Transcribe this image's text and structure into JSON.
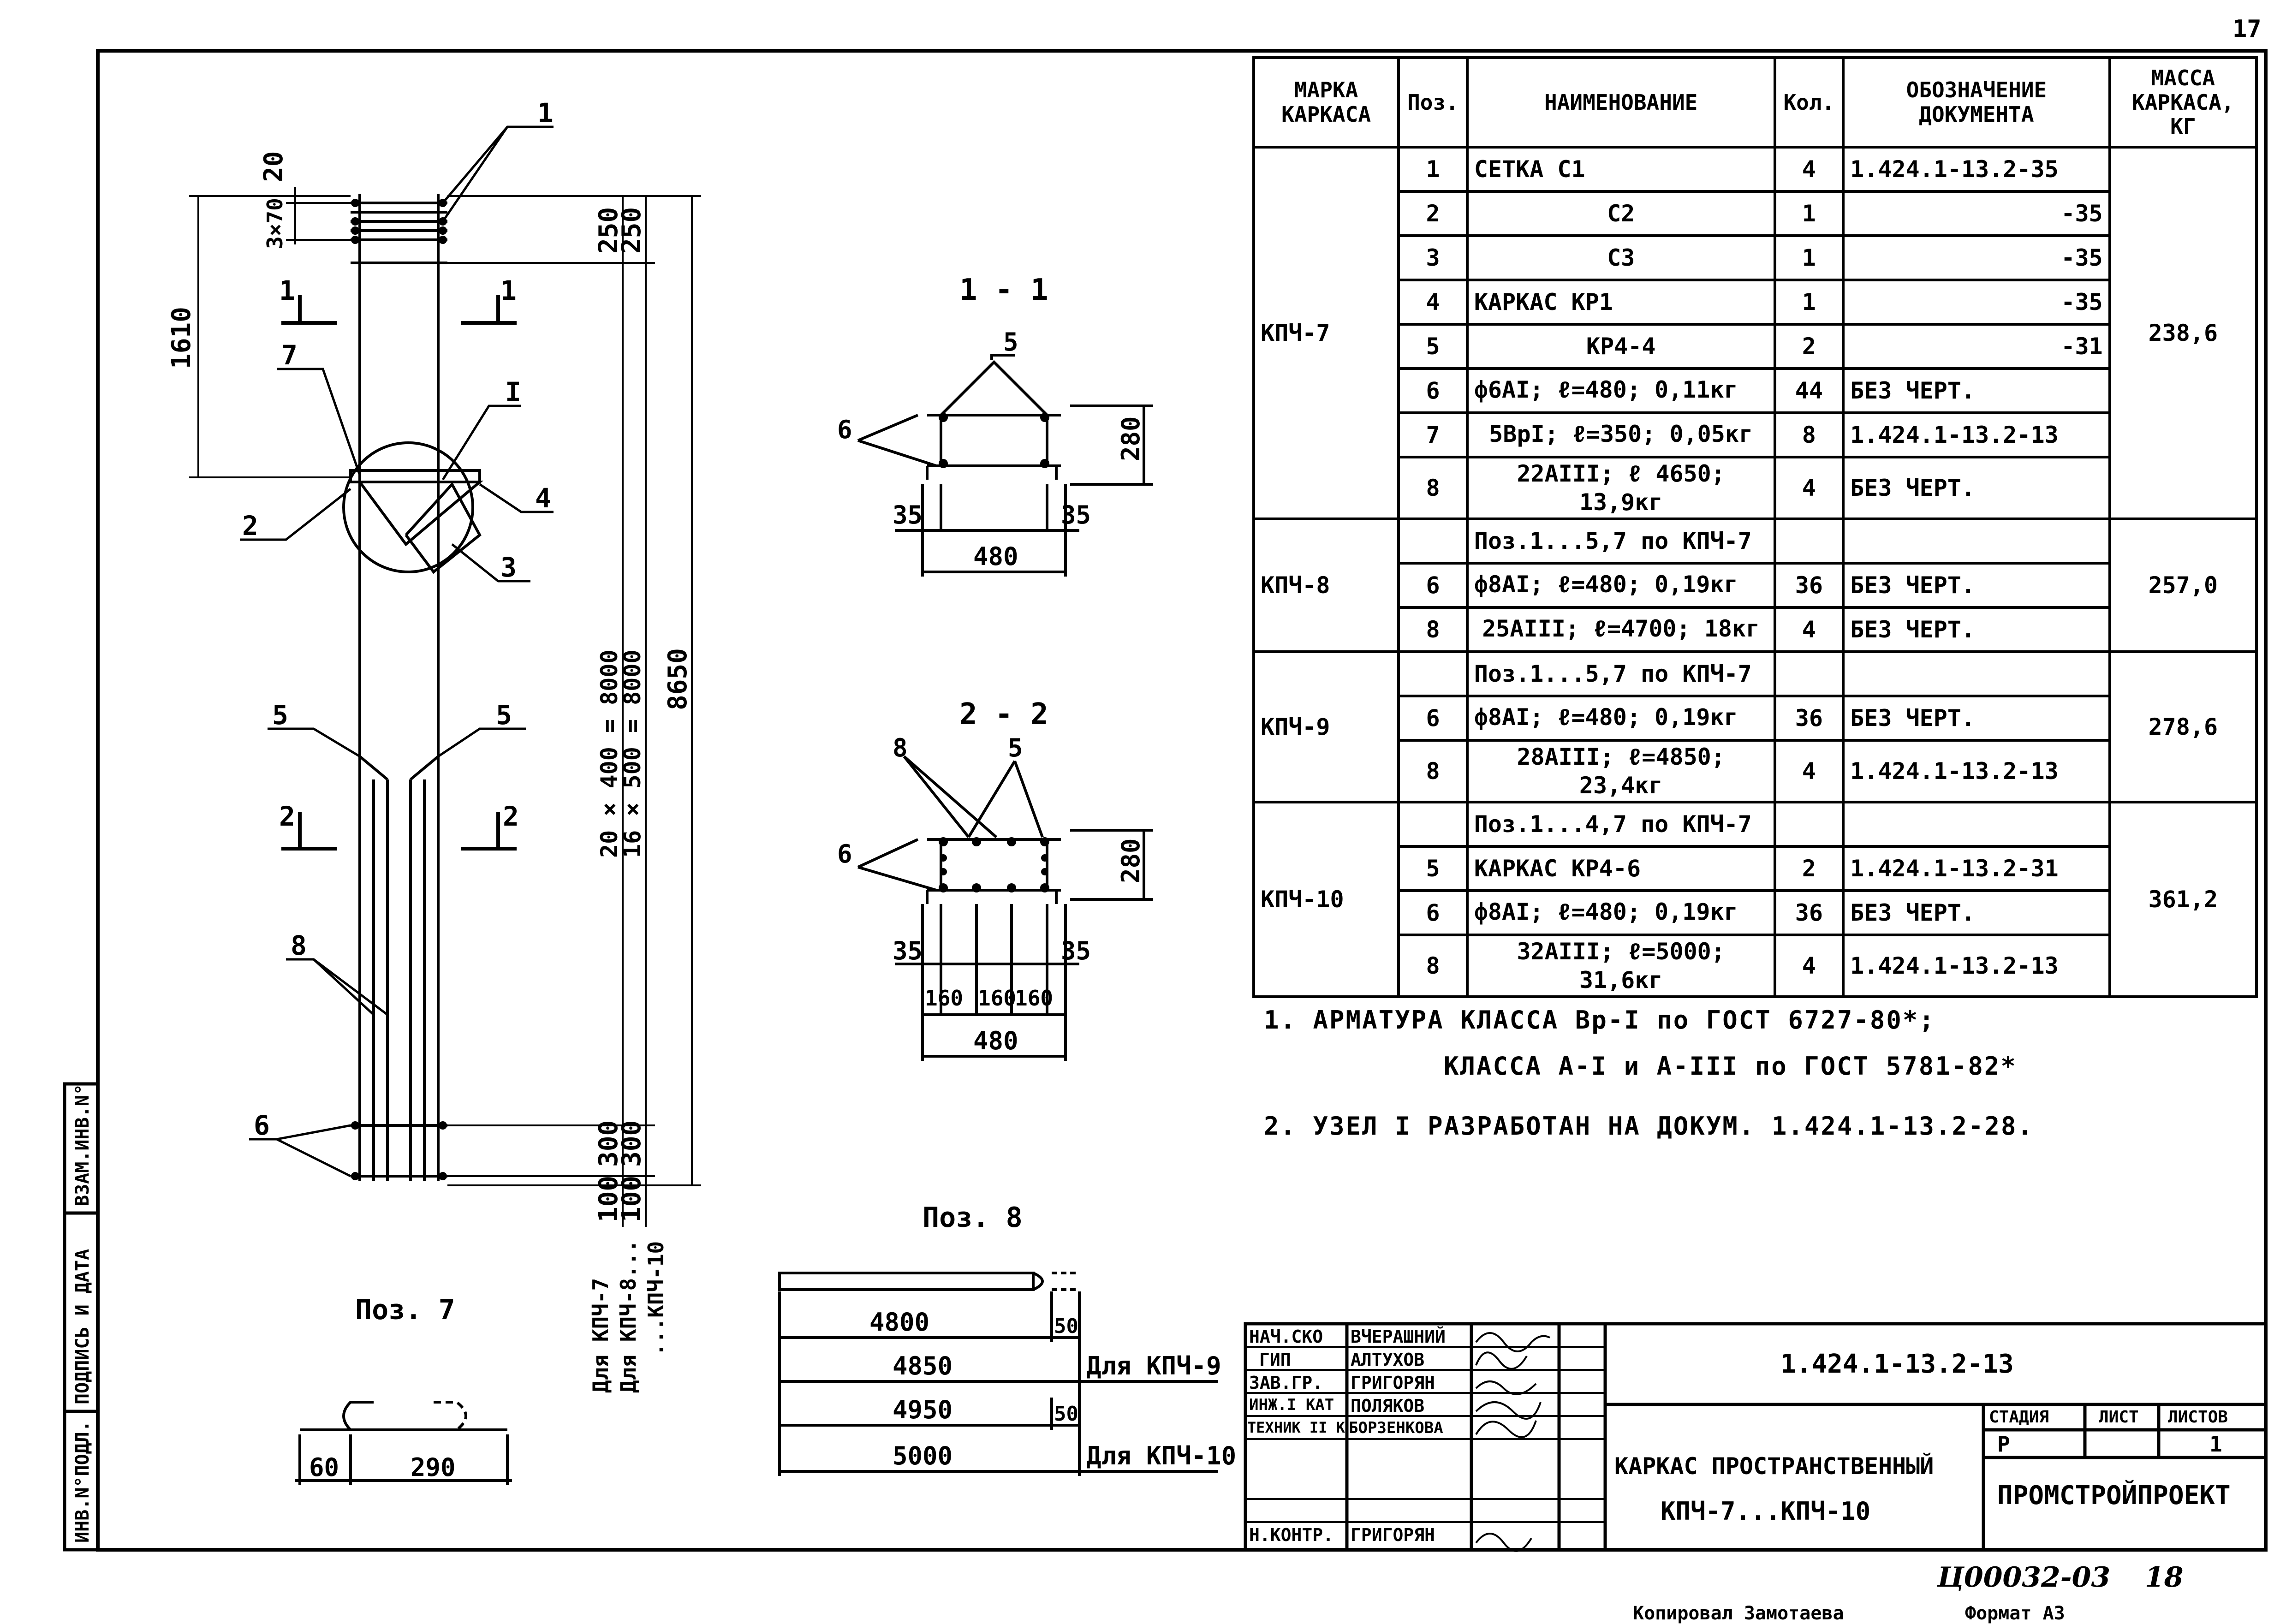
{
  "page_number": "17",
  "spec_table": {
    "headers": {
      "mark": "МАРКА КАРКАСА",
      "pos": "Поз.",
      "name": "НАИМЕНОВАНИЕ",
      "qty": "Кол.",
      "doc": "ОБОЗНАЧЕНИЕ ДОКУМЕНТА",
      "mass": "МАССА КАРКАСА, КГ"
    },
    "groups": [
      {
        "mark": "КПЧ-7",
        "mass": "238,6",
        "rows": [
          {
            "pos": "1",
            "name": "СЕТКА С1",
            "qty": "4",
            "doc": "1.424.1-13.2-35"
          },
          {
            "pos": "2",
            "name": "С2",
            "qty": "1",
            "doc": "-35"
          },
          {
            "pos": "3",
            "name": "С3",
            "qty": "1",
            "doc": "-35"
          },
          {
            "pos": "4",
            "name": "КАРКАС КР1",
            "qty": "1",
            "doc": "-35"
          },
          {
            "pos": "5",
            "name": "КР4-4",
            "qty": "2",
            "doc": "-31"
          },
          {
            "pos": "6",
            "name": "ф6АI; ℓ=480; 0,11кг",
            "qty": "44",
            "doc": "БЕЗ ЧЕРТ."
          },
          {
            "pos": "7",
            "name": "5ВрI; ℓ=350; 0,05кг",
            "qty": "8",
            "doc": "1.424.1-13.2-13"
          },
          {
            "pos": "8",
            "name": "22АIII; ℓ 4650; 13,9кг",
            "qty": "4",
            "doc": "БЕЗ ЧЕРТ."
          }
        ]
      },
      {
        "mark": "КПЧ-8",
        "mass": "257,0",
        "rows": [
          {
            "pos": "",
            "name": "Поз.1...5,7 по КПЧ-7",
            "qty": "",
            "doc": ""
          },
          {
            "pos": "6",
            "name": "ф8АI; ℓ=480; 0,19кг",
            "qty": "36",
            "doc": "БЕЗ ЧЕРТ."
          },
          {
            "pos": "8",
            "name": "25АIII; ℓ=4700; 18кг",
            "qty": "4",
            "doc": "БЕЗ ЧЕРТ."
          }
        ]
      },
      {
        "mark": "КПЧ-9",
        "mass": "278,6",
        "rows": [
          {
            "pos": "",
            "name": "Поз.1...5,7 по КПЧ-7",
            "qty": "",
            "doc": ""
          },
          {
            "pos": "6",
            "name": "ф8АI; ℓ=480; 0,19кг",
            "qty": "36",
            "doc": "БЕЗ ЧЕРТ."
          },
          {
            "pos": "8",
            "name": "28АIII; ℓ=4850; 23,4кг",
            "qty": "4",
            "doc": "1.424.1-13.2-13"
          }
        ]
      },
      {
        "mark": "КПЧ-10",
        "mass": "361,2",
        "rows": [
          {
            "pos": "",
            "name": "Поз.1...4,7 по КПЧ-7",
            "qty": "",
            "doc": ""
          },
          {
            "pos": "5",
            "name": "КАРКАС КР4-6",
            "qty": "2",
            "doc": "1.424.1-13.2-31"
          },
          {
            "pos": "6",
            "name": "ф8АI; ℓ=480; 0,19кг",
            "qty": "36",
            "doc": "БЕЗ ЧЕРТ."
          },
          {
            "pos": "8",
            "name": "32АIII; ℓ=5000; 31,6кг",
            "qty": "4",
            "doc": "1.424.1-13.2-13"
          }
        ]
      }
    ]
  },
  "notes": [
    "1. АРМАТУРА КЛАССА Вр-I по ГОСТ 6727-80*;",
    "КЛАССА А-I и А-III по ГОСТ 5781-82*",
    "2. УЗЕЛ I РАЗРАБОТАН НА ДОКУМ. 1.424.1-13.2-28."
  ],
  "title_block": {
    "signers": [
      {
        "role": "НАЧ.СКО",
        "name": "ВЧЕРАШНИЙ"
      },
      {
        "role": "ГИП",
        "name": "АЛТУХОВ"
      },
      {
        "role": "ЗАВ.ГР.",
        "name": "ГРИГОРЯН"
      },
      {
        "role": "ИНЖ.I КАТ",
        "name": "ПОЛЯКОВ"
      },
      {
        "role": "ТЕХНИК II К",
        "name": "БОРЗЕНКОВА"
      },
      {
        "role": "",
        "name": ""
      },
      {
        "role": "Н.КОНТР.",
        "name": "ГРИГОРЯН"
      }
    ],
    "doc_code": "1.424.1-13.2-13",
    "title_line1": "КАРКАС ПРОСТРАНСТВЕННЫЙ",
    "title_line2": "КПЧ-7...КПЧ-10",
    "stage_label": "СТАДИЯ",
    "sheet_label": "ЛИСТ",
    "sheets_label": "ЛИСТОВ",
    "stage": "Р",
    "sheets": "1",
    "org": "ПРОМСТРОЙПРОЕКТ"
  },
  "side_stamp": [
    "ИНВ.N°ПОДЛ.",
    "ПОДПИСЬ И ДАТА",
    "ВЗАМ.ИНВ.N°"
  ],
  "footer": {
    "code": "Ц00032-03",
    "page": "18",
    "copied": "Копировал Замотаева",
    "format": "Формат А3"
  },
  "drawing": {
    "section_1": "1 - 1",
    "section_2": "2 - 2",
    "pos7_title": "Поз. 7",
    "pos8_title": "Поз. 8",
    "dims_main": {
      "d20": "20",
      "d3x70": "3×70",
      "d1610": "1610",
      "d250a": "250",
      "d250b": "250",
      "d20x400": "20 × 400 = 8000",
      "d16x500": "16 × 500 = 8000",
      "d8650": "8650",
      "d300a": "300",
      "d300b": "300",
      "d100a": "100",
      "d100b": "100"
    },
    "for_labels": [
      "Для КПЧ-7",
      "Для КПЧ-8...",
      "...КПЧ-10"
    ],
    "callouts": {
      "c1": "1",
      "c2": "2",
      "c3": "3",
      "c4": "4",
      "c5a": "5",
      "c5b": "5",
      "c6": "6",
      "c7": "7",
      "c8": "8",
      "nodeI": "I",
      "s1a": "1",
      "s1b": "1",
      "s2a": "2",
      "s2b": "2"
    },
    "sec1": {
      "c5": "5",
      "c6": "6",
      "d280": "280",
      "d35a": "35",
      "d35b": "35",
      "d480": "480"
    },
    "sec2": {
      "c5": "5",
      "c6": "6",
      "c8": "8",
      "d280": "280",
      "d35a": "35",
      "d35b": "35",
      "d160a": "160",
      "d160b": "160",
      "d160c": "160",
      "d480": "480"
    },
    "pos7": {
      "d60": "60",
      "d290": "290"
    },
    "pos8": {
      "l4800": "4800",
      "l4850": "4850",
      "l4950": "4950",
      "l5000": "5000",
      "d50a": "50",
      "d50b": "50",
      "for9": "Для КПЧ-9",
      "for10": "Для КПЧ-10"
    }
  }
}
